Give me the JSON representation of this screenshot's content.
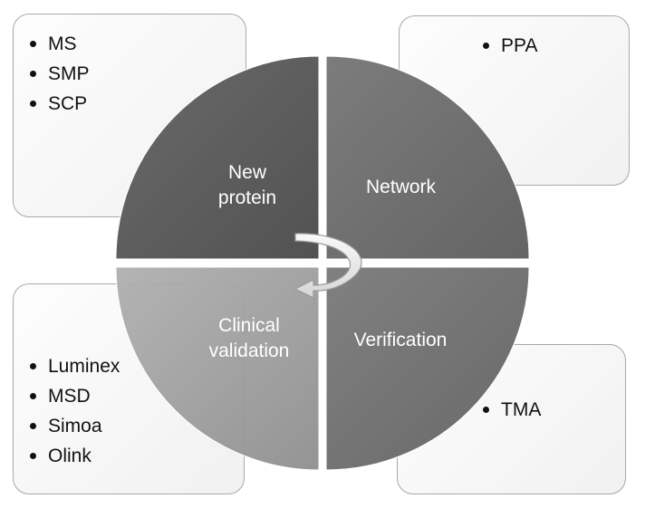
{
  "boxes": {
    "top_left": {
      "items": [
        "MS",
        "SMP",
        "SCP"
      ]
    },
    "top_right": {
      "items": [
        "PPA"
      ]
    },
    "bottom_left": {
      "items": [
        "Luminex",
        "MSD",
        "Simoa",
        "Olink"
      ]
    },
    "bottom_right": {
      "items": [
        "TMA"
      ]
    }
  },
  "quadrants": {
    "new_protein": "New\nprotein",
    "network": "Network",
    "clinical_validation": "Clinical\nvalidation",
    "verification": "Verification"
  },
  "colors": {
    "quadrant_dark": "#5a5a5a",
    "quadrant_mid": "#727272",
    "quadrant_light": "#a0a0a0",
    "box_border": "#a9a9a9"
  },
  "icons": {
    "center_arrow": "curved-arrow-icon"
  }
}
